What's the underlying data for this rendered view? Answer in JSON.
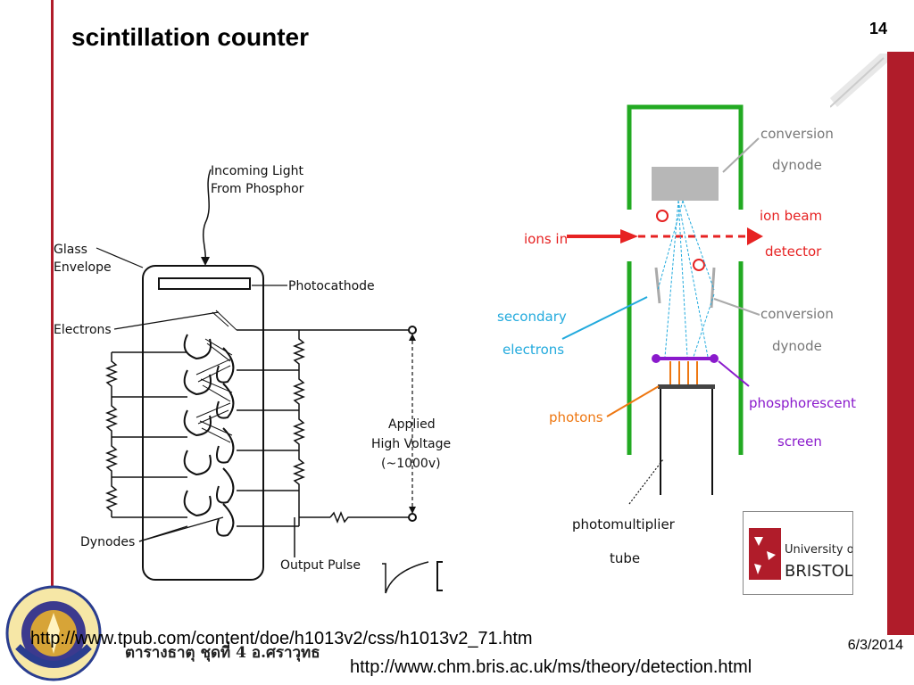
{
  "slide": {
    "title": "scintillation counter",
    "page_number": "14",
    "date": "6/3/2014",
    "footer_text": "ตารางธาตุ ชุดที่ 4 อ.ศราวุทธ",
    "url1": "http://www.tpub.com/content/doe/h1013v2/css/h1013v2_71.htm",
    "url2": "http://www.chm.bris.ac.uk/ms/theory/detection.html",
    "colors": {
      "accent": "#b01c2a",
      "green": "#22aa22",
      "red": "#e62222",
      "cyan": "#22aadd",
      "orange": "#ee7711",
      "purple": "#8a1acc"
    }
  },
  "left_diagram": {
    "incoming_light": "Incoming Light",
    "from_phosphor": "From Phosphor",
    "glass": "Glass",
    "envelope": "Envelope",
    "photocathode": "Photocathode",
    "electrons": "Electrons",
    "applied": "Applied",
    "high_voltage": "High Voltage",
    "voltage_value": "(~1000v)",
    "dynodes": "Dynodes",
    "output_pulse": "Output Pulse"
  },
  "right_diagram": {
    "conversion_dynode_top_1": "conversion",
    "conversion_dynode_top_2": "dynode",
    "ions_in": "ions in",
    "ion_beam_1": "ion beam",
    "ion_beam_2": "detector",
    "secondary_1": "secondary",
    "secondary_2": "electrons",
    "conversion_dynode_bottom_1": "conversion",
    "conversion_dynode_bottom_2": "dynode",
    "photons": "photons",
    "phosphorescent_1": "phosphorescent",
    "phosphorescent_2": "screen",
    "photomultiplier_1": "photomultiplier",
    "photomultiplier_2": "tube"
  },
  "logo": {
    "line1": "University of",
    "line2": "BRISTOL"
  }
}
